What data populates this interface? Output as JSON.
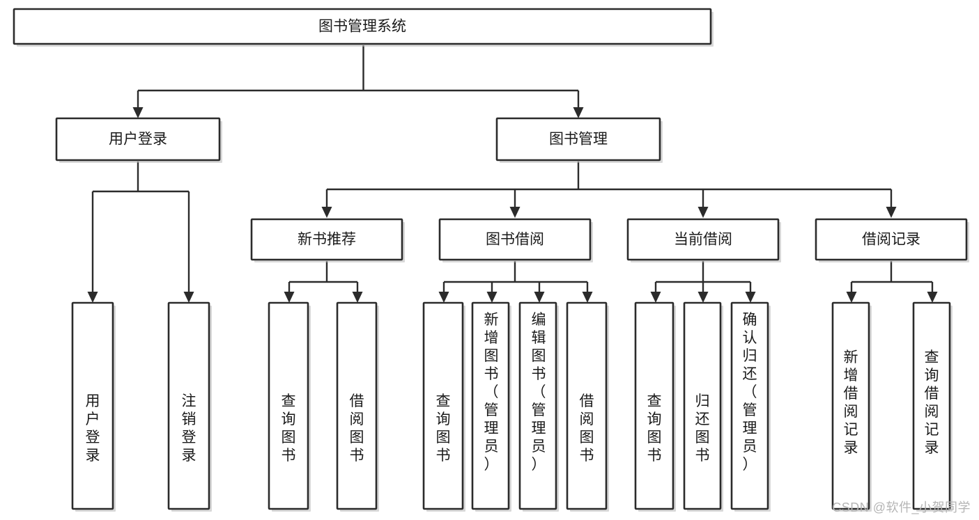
{
  "diagram": {
    "type": "tree-hierarchy",
    "title": "图书管理系统",
    "watermark": "CSDN @软件_小贺同学",
    "colors": {
      "box_stroke": "#2b2b2b",
      "box_fill": "#ffffff",
      "connector": "#2b2b2b",
      "text": "#1a1a1a",
      "watermark": "#b5b5b5",
      "background": "#ffffff"
    },
    "levels": [
      {
        "level": 1,
        "nodes": [
          {
            "id": "root",
            "label": "图书管理系统",
            "orientation": "horizontal"
          }
        ]
      },
      {
        "level": 2,
        "nodes": [
          {
            "id": "user-login",
            "label": "用户登录",
            "orientation": "horizontal",
            "parent": "root"
          },
          {
            "id": "book-manage",
            "label": "图书管理",
            "orientation": "horizontal",
            "parent": "root"
          }
        ]
      },
      {
        "level": 3,
        "nodes": [
          {
            "id": "new-book-recommend",
            "label": "新书推荐",
            "orientation": "horizontal",
            "parent": "book-manage"
          },
          {
            "id": "book-borrow",
            "label": "图书借阅",
            "orientation": "horizontal",
            "parent": "book-manage"
          },
          {
            "id": "current-borrow",
            "label": "当前借阅",
            "orientation": "horizontal",
            "parent": "book-manage"
          },
          {
            "id": "borrow-record",
            "label": "借阅记录",
            "orientation": "horizontal",
            "parent": "book-manage"
          }
        ]
      },
      {
        "level": 4,
        "nodes": [
          {
            "id": "leaf-user-login",
            "label": "用户登录",
            "orientation": "vertical",
            "parent": "user-login"
          },
          {
            "id": "leaf-logout-login",
            "label": "注销登录",
            "orientation": "vertical",
            "parent": "user-login"
          },
          {
            "id": "leaf-query-book-1",
            "label": "查询图书",
            "orientation": "vertical",
            "parent": "new-book-recommend"
          },
          {
            "id": "leaf-borrow-book-1",
            "label": "借阅图书",
            "orientation": "vertical",
            "parent": "new-book-recommend"
          },
          {
            "id": "leaf-query-book-2",
            "label": "查询图书",
            "orientation": "vertical",
            "parent": "book-borrow"
          },
          {
            "id": "leaf-add-book",
            "label": "新增图书（管理员）",
            "orientation": "vertical",
            "parent": "book-borrow"
          },
          {
            "id": "leaf-edit-book",
            "label": "编辑图书（管理员）",
            "orientation": "vertical",
            "parent": "book-borrow"
          },
          {
            "id": "leaf-borrow-book-2",
            "label": "借阅图书",
            "orientation": "vertical",
            "parent": "book-borrow"
          },
          {
            "id": "leaf-query-book-3",
            "label": "查询图书",
            "orientation": "vertical",
            "parent": "current-borrow"
          },
          {
            "id": "leaf-return-book",
            "label": "归还图书",
            "orientation": "vertical",
            "parent": "current-borrow"
          },
          {
            "id": "leaf-confirm-return",
            "label": "确认归还（管理员）",
            "orientation": "vertical",
            "parent": "current-borrow"
          },
          {
            "id": "leaf-add-record",
            "label": "新增借阅记录",
            "orientation": "vertical",
            "parent": "borrow-record"
          },
          {
            "id": "leaf-query-record",
            "label": "查询借阅记录",
            "orientation": "vertical",
            "parent": "borrow-record"
          }
        ]
      }
    ]
  }
}
